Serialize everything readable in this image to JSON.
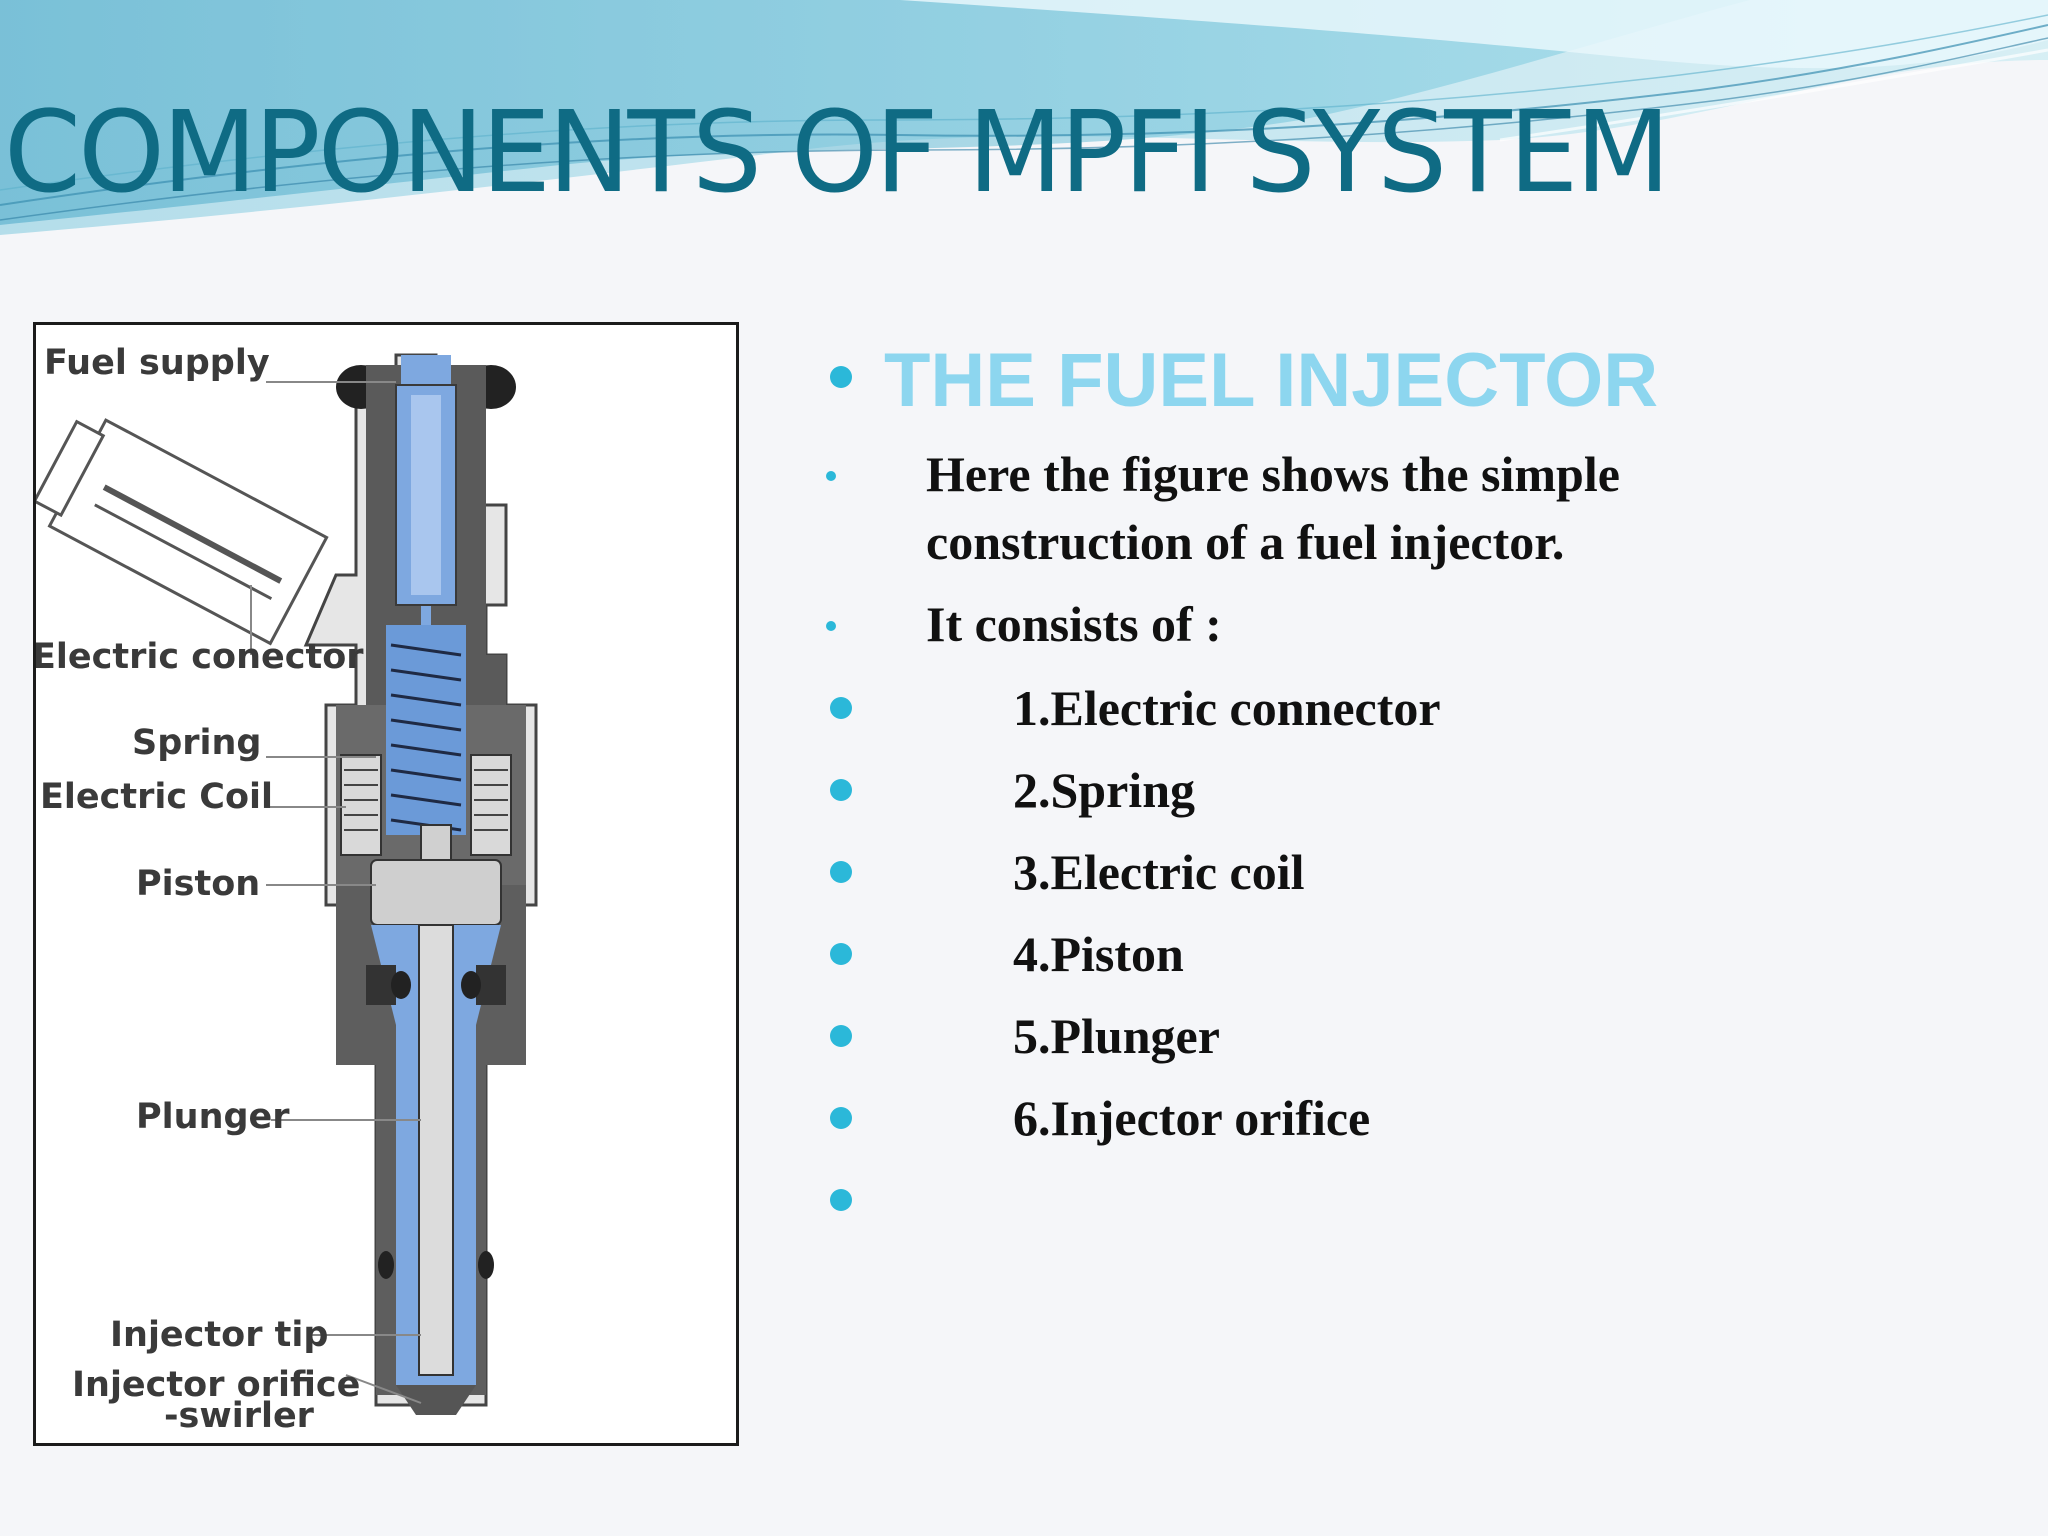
{
  "slide": {
    "title": "COMPONENTS OF MPFI SYSTEM"
  },
  "diagram": {
    "labels": {
      "fuel_supply": "Fuel supply",
      "electric_connector": "Electric conector",
      "spring": "Spring",
      "electric_coil": "Electric Coil",
      "piston": "Piston",
      "plunger": "Plunger",
      "injector_tip": "Injector tip",
      "injector_orifice": "Injector orifice",
      "swirler": "-swirler"
    }
  },
  "content": {
    "heading": "THE FUEL INJECTOR",
    "paragraphs": [
      {
        "lines": [
          "Here the figure shows the simple",
          "construction of a fuel injector."
        ]
      },
      {
        "lines": [
          "It consists of :"
        ]
      }
    ],
    "components": [
      "1.Electric connector",
      "2.Spring",
      "3.Electric coil",
      "4.Piston",
      "5.Plunger",
      "6.Injector orifice",
      ""
    ]
  },
  "colors": {
    "title": "#0f6b84",
    "heading": "#8dd6ef",
    "bullet": "#2bb8d9",
    "wave_dark": "#5fb8d3",
    "wave_light": "#a9e2ef",
    "injector_body": "#7a7a7a",
    "fuel_channel": "#6b9ad8"
  }
}
